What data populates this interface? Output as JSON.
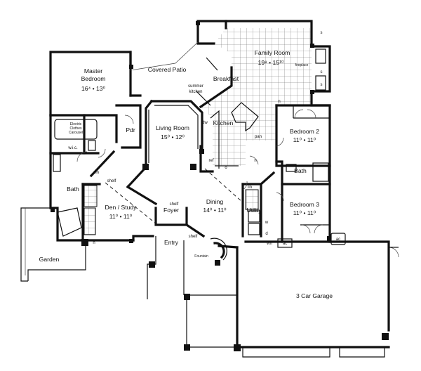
{
  "rooms": {
    "master_bedroom": {
      "name_line1": "Master",
      "name_line2": "Bedroom",
      "dims": "16⁴ • 13⁰"
    },
    "covered_patio": {
      "name": "Covered Patio"
    },
    "family_room": {
      "name": "Family Room",
      "dims": "19⁸ • 15¹⁰"
    },
    "fireplace": {
      "name": "fireplace"
    },
    "breakfast": {
      "name": "Breakfast"
    },
    "summer_kitchen": {
      "name_line1": "summer",
      "name_line2": "kitchen"
    },
    "living_room": {
      "name": "Living Room",
      "dims": "15⁰ • 12⁰"
    },
    "kitchen": {
      "name": "Kitchen"
    },
    "bedroom_2": {
      "name": "Bedroom 2",
      "dims": "11⁰ • 11⁰"
    },
    "bedroom_3": {
      "name": "Bedroom 3",
      "dims": "11⁰ • 11⁰"
    },
    "bath_right": {
      "name": "Bath"
    },
    "bath_left": {
      "name": "Bath"
    },
    "den_study": {
      "name": "Den / Study",
      "dims": "11⁰ • 11⁰"
    },
    "foyer": {
      "name": "Foyer"
    },
    "dining": {
      "name": "Dining",
      "dims": "14⁰ • 11⁰"
    },
    "utility": {
      "name": "Utility"
    },
    "entry": {
      "name": "Entry"
    },
    "fountain": {
      "name": "Fountain"
    },
    "garage": {
      "name": "3 Car Garage"
    },
    "garden": {
      "name": "Garden"
    },
    "pdr": {
      "name": "Pdr"
    },
    "wic": {
      "name": "w.i.c."
    },
    "closet_unit": {
      "name_line1": "Electric",
      "name_line2": "Clothes",
      "name_line3": "Carousel"
    }
  },
  "fixtures": {
    "shelf_a": "shelf",
    "shelf_b": "shelf",
    "shelf_c": "shelf",
    "linen_a": "lin",
    "linen_b": "lin",
    "pantry": "pan",
    "refrigerator": "ref",
    "dishwasher": "dw",
    "oven": "o",
    "washer": "w",
    "dryer": "d",
    "water_heater": "wh",
    "ac_a": "ac",
    "ac_b": "ac",
    "niche_n1": "n",
    "niche_n2": "n",
    "niche_n3": "n",
    "shelf_s1": "s",
    "shelf_s2": "s",
    "shelf_s3": "s"
  }
}
